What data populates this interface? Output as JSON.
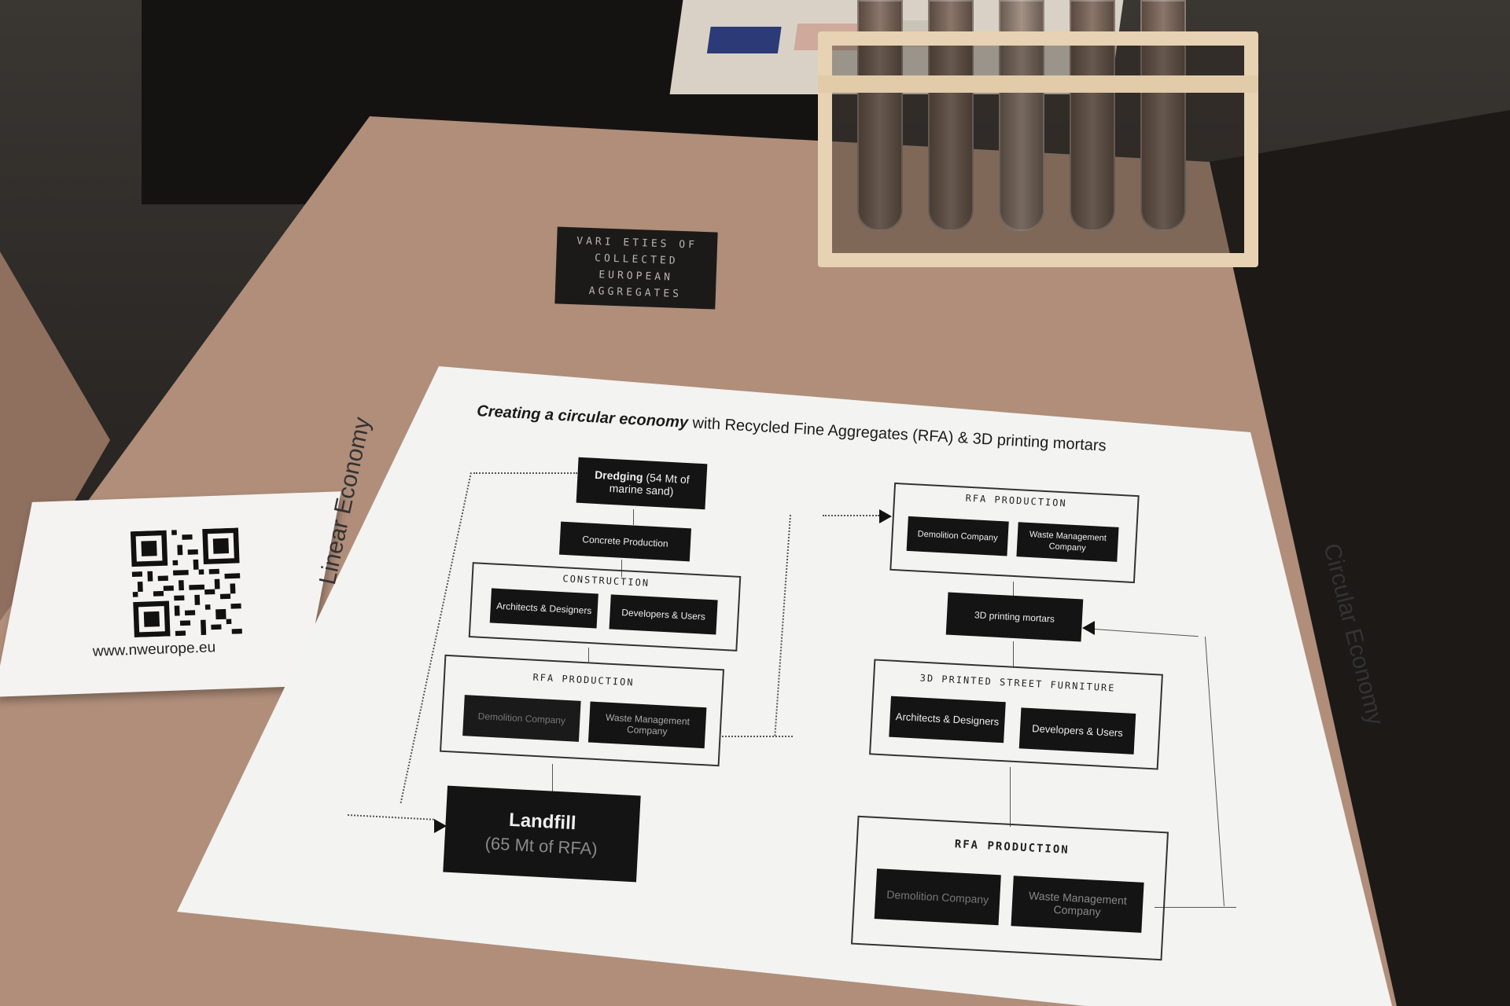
{
  "sign": {
    "lines": [
      "VARI ETIES OF",
      "COLLECTED",
      "EUROPEAN",
      "AGGREGATES"
    ]
  },
  "qr_card": {
    "url": "www.nweurope.eu"
  },
  "poster": {
    "title_bold": "Creating a circular economy",
    "title_rest": " with Recycled Fine Aggregates (RFA) & 3D printing mortars",
    "linear_label": "Linear Economy",
    "circular_label": "Circular Economy",
    "linear": {
      "dredging": "Dredging (54 Mt of marine sand)",
      "dredging_bold": "Dredging",
      "dredging_rest": " (54 Mt of marine sand)",
      "concrete": "Concrete Production",
      "construction_header": "CONSTRUCTION",
      "architects": "Architects & Designers",
      "developers": "Developers & Users",
      "rfa_header": "RFA PRODUCTION",
      "demolition": "Demolition Company",
      "waste": "Waste Management Company",
      "landfill_title": "Landfill",
      "landfill_sub": "(65 Mt of RFA)"
    },
    "circular": {
      "rfa_header_top": "RFA PRODUCTION",
      "demolition_top": "Demolition Company",
      "waste_top": "Waste Management Company",
      "mortars": "3D printing mortars",
      "furniture_header": "3D PRINTED STREET FURNITURE",
      "architects": "Architects & Designers",
      "developers": "Developers & Users",
      "rfa_header_bottom": "RFA PRODUCTION",
      "demolition_bottom": "Demolition Company",
      "waste_bottom": "Waste Management Company"
    }
  }
}
